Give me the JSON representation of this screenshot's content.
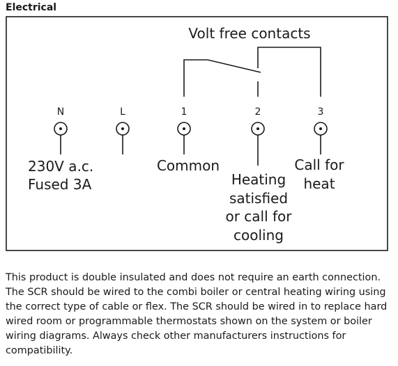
{
  "section_title": "Electrical",
  "diagram": {
    "contacts_label": "Volt free contacts",
    "terminals": [
      {
        "id": "N",
        "label": "N"
      },
      {
        "id": "L",
        "label": "L"
      },
      {
        "id": "1",
        "label": "1"
      },
      {
        "id": "2",
        "label": "2"
      },
      {
        "id": "3",
        "label": "3"
      }
    ],
    "supply_label": [
      "230V a.c.",
      "Fused 3A"
    ],
    "common_label": "Common",
    "terminal2_label": [
      "Heating",
      "satisfied",
      "or call for",
      "cooling"
    ],
    "terminal3_label": [
      "Call for",
      "heat"
    ]
  },
  "note": "This product is double insulated and does not require an earth connection. The SCR should be wired to the combi boiler or central heating wiring using the correct type of cable or flex. The SCR should be wired in to replace hard wired room or programmable thermostats shown on the system or boiler wiring diagrams. Always check other manufacturers instructions for compatibility."
}
